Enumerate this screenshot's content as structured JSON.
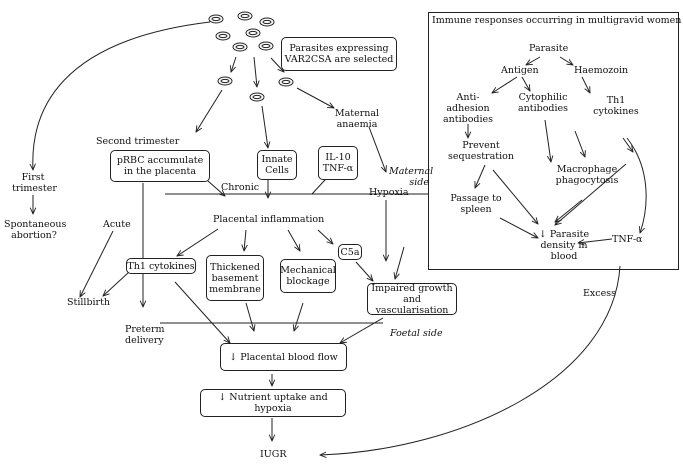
{
  "parasites_box": [
    "Parasites expressing",
    "VAR2CSA are selected"
  ],
  "second_trimester": "Second trimester",
  "pRBC_box": [
    "pRBC accumulate",
    "in the placenta"
  ],
  "innate_box": [
    "Innate",
    "Cells"
  ],
  "maternal_anaemia": [
    "Maternal",
    "anaemia"
  ],
  "il10_box": [
    "IL-10",
    "TNF-α"
  ],
  "maternal_side": [
    "Maternal",
    "side"
  ],
  "chronic": "Chronic",
  "first_trimester": [
    "First",
    "trimester"
  ],
  "spontaneous_abortion": [
    "Spontaneous",
    "abortion?"
  ],
  "acute": "Acute",
  "placental_inflammation": "Placental inflammation",
  "hypoxia": "Hypoxia",
  "c5a": "C5a",
  "th1_box": "Th1 cytokines",
  "thickened_box": [
    "Thickened",
    "basement",
    "membrane"
  ],
  "mechanical_box": [
    "Mechanical",
    "blockage"
  ],
  "impaired_box": [
    "Impaired growth",
    "and vascularisation"
  ],
  "stillbirth": "Stillbirth",
  "preterm": [
    "Preterm",
    "delivery"
  ],
  "foetal_side": "Foetal side",
  "placental_blood_flow": "↓ Placental blood flow",
  "nutrient_box": "↓ Nutrient uptake and hypoxia",
  "iugr": "IUGR",
  "excess": "Excess",
  "immune": {
    "title": "Immune responses occurring in multigravid women",
    "parasite": "Parasite",
    "antigen": "Antigen",
    "haemozoin": "Haemozoin",
    "anti_adhesion": [
      "Anti-",
      "adhesion",
      "antibodies"
    ],
    "cytophilic": [
      "Cytophilic",
      "antibodies"
    ],
    "th1": [
      "Th1",
      "cytokines"
    ],
    "prevent": [
      "Prevent",
      "sequestration"
    ],
    "macrophage": [
      "Macrophage",
      "phagocytosis"
    ],
    "passage": [
      "Passage to",
      "spleen"
    ],
    "parasite_density": [
      "↓ Parasite",
      "density in",
      "blood"
    ],
    "tnf": "TNF-α"
  }
}
